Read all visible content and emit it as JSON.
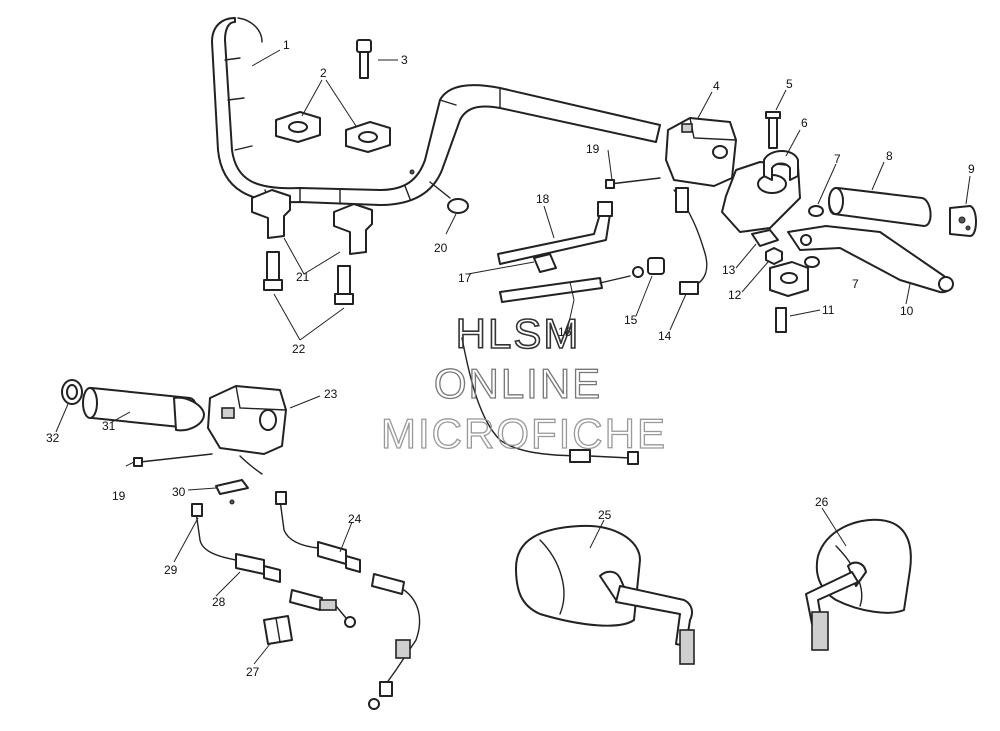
{
  "callouts": [
    "1",
    "2",
    "3",
    "4",
    "5",
    "6",
    "7",
    "8",
    "9",
    "10",
    "11",
    "12",
    "13",
    "14",
    "15",
    "16",
    "17",
    "18",
    "19",
    "20",
    "21",
    "22",
    "23",
    "24",
    "25",
    "26",
    "27",
    "28",
    "29",
    "30",
    "31",
    "32"
  ],
  "watermark": [
    "HLSM",
    "ONLINE",
    "MICROFICHE"
  ]
}
